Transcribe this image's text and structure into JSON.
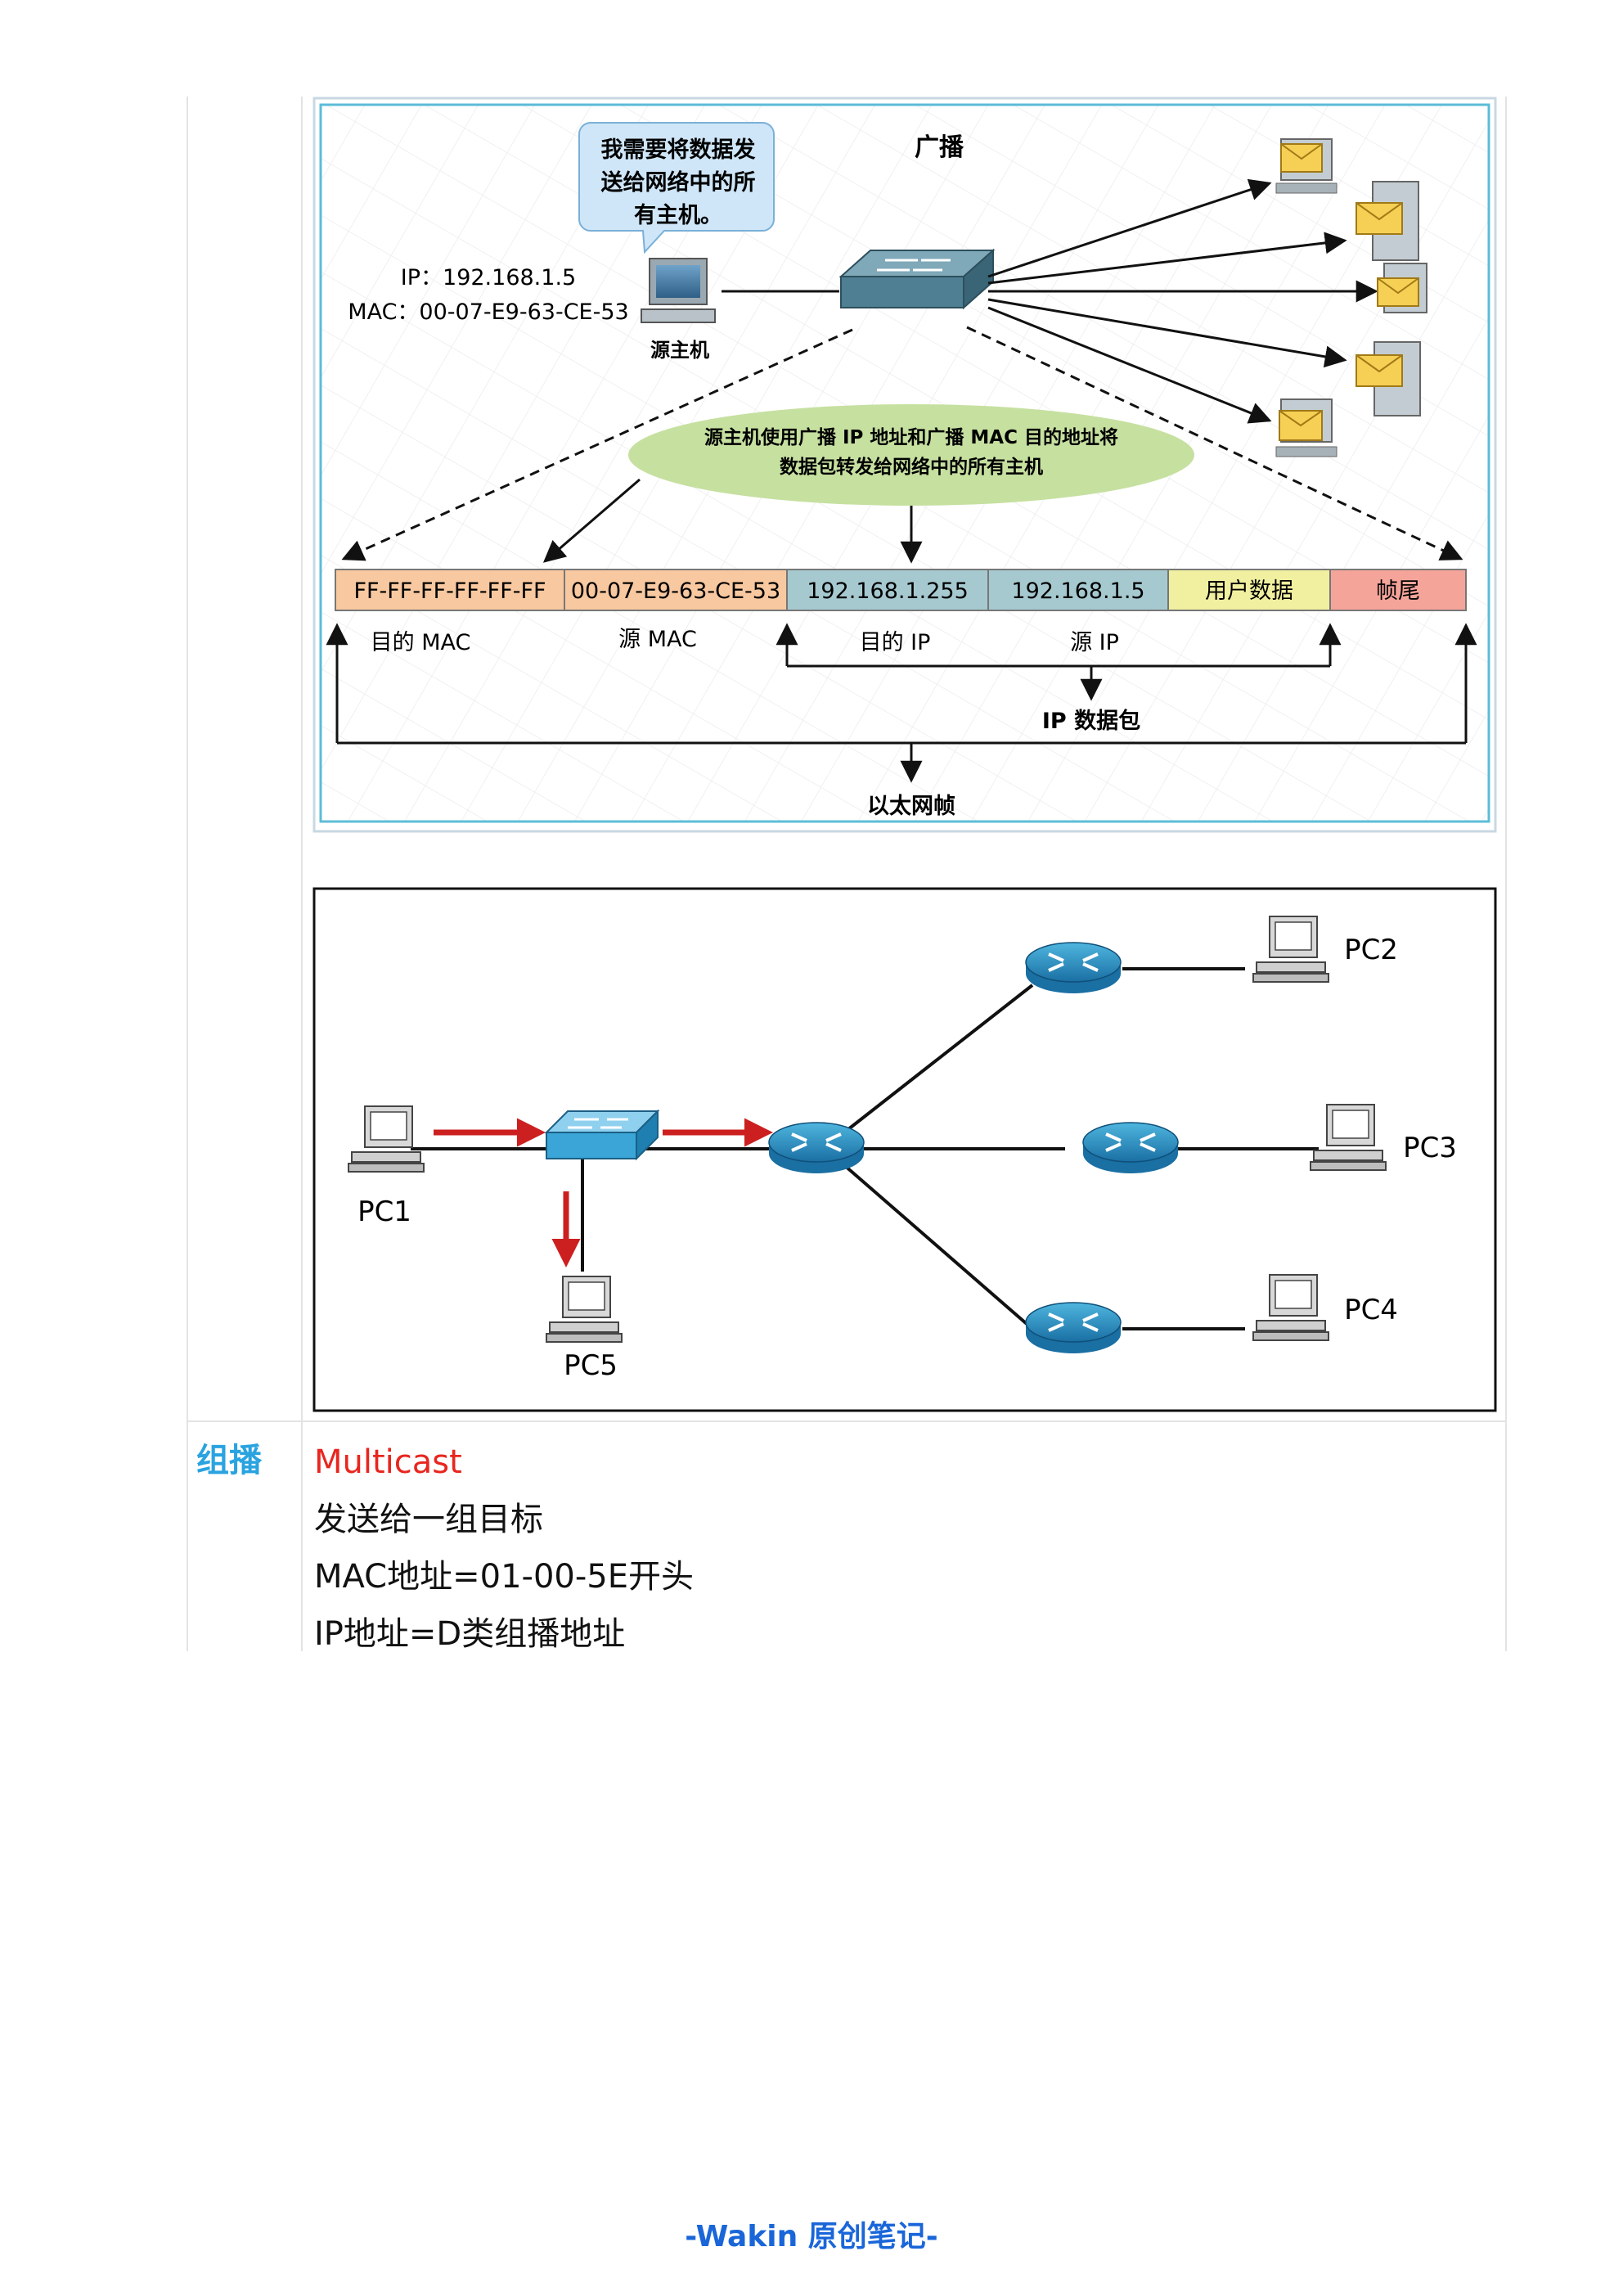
{
  "broadcast_figure": {
    "title": "广播",
    "speech_bubble": [
      "我需要将数据发",
      "送给网络中的所",
      "有主机。"
    ],
    "source_ip": "IP：192.168.1.5",
    "source_mac": "MAC：00-07-E9-63-CE-53",
    "source_host_label": "源主机",
    "ellipse_text": [
      "源主机使用广播 IP 地址和广播 MAC 目的地址将",
      "数据包转发给网络中的所有主机"
    ],
    "frame_fields": [
      {
        "text": "FF-FF-FF-FF-FF-FF",
        "color": "#f8c8a0"
      },
      {
        "text": "00-07-E9-63-CE-53",
        "color": "#f8c8a0"
      },
      {
        "text": "192.168.1.255",
        "color": "#a6c9d0"
      },
      {
        "text": "192.168.1.5",
        "color": "#a6c9d0"
      },
      {
        "text": "用户数据",
        "color": "#f0f0a0"
      },
      {
        "text": "帧尾",
        "color": "#f5a49a"
      }
    ],
    "field_labels": {
      "dest_mac": "目的 MAC",
      "src_mac": "源 MAC",
      "dest_ip": "目的 IP",
      "src_ip": "源 IP",
      "ip_packet": "IP 数据包",
      "ethernet_frame": "以太网帧"
    }
  },
  "multicast_figure": {
    "pc_labels": [
      "PC1",
      "PC2",
      "PC3",
      "PC4",
      "PC5"
    ],
    "arrow_color": "#cc1f1f"
  },
  "multicast_row": {
    "label": "组播",
    "term": "Multicast",
    "lines": [
      "发送给一组目标",
      "MAC地址=01-00-5E开头",
      "IP地址=D类组播地址"
    ]
  },
  "footer": "-Wakin 原创笔记-"
}
